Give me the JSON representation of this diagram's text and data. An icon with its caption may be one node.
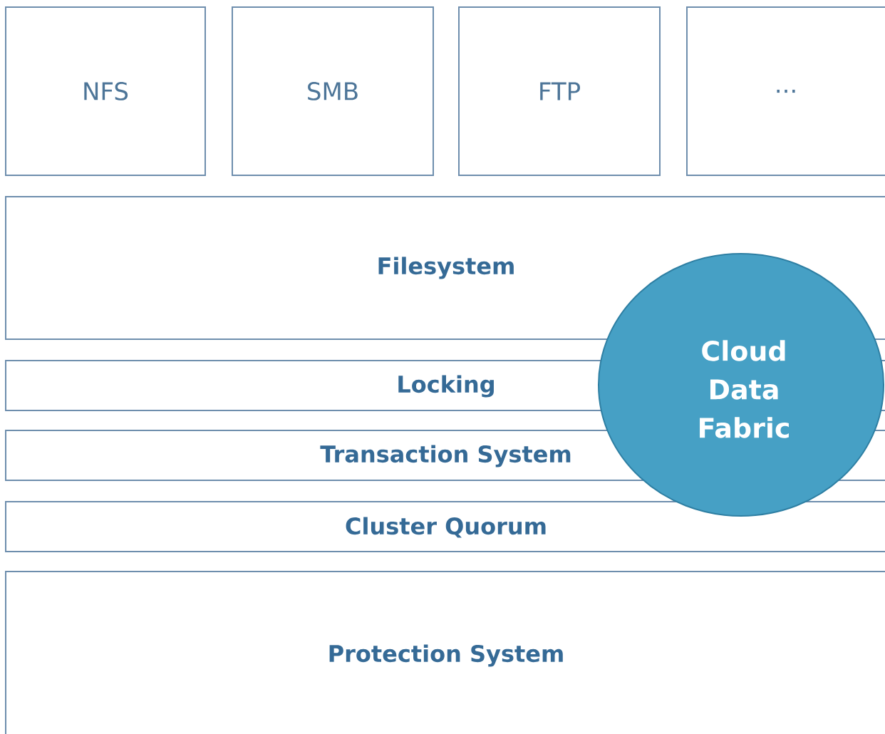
{
  "diagram": {
    "nodes": [
      {
        "text": [
          "NFS"
        ]
      },
      {
        "text": [
          "SMB"
        ]
      },
      {
        "text": [
          "FTP"
        ]
      },
      {
        "text": [
          "..."
        ]
      },
      {
        "text": [
          "Filesystem"
        ]
      },
      {
        "text": [
          "Locking"
        ]
      },
      {
        "text": [
          "Transaction System"
        ]
      },
      {
        "text": [
          "Cluster Quorum"
        ]
      },
      {
        "text": [
          "Protection System"
        ]
      },
      {
        "text": [
          "Cloud Data Fabric"
        ]
      }
    ]
  }
}
